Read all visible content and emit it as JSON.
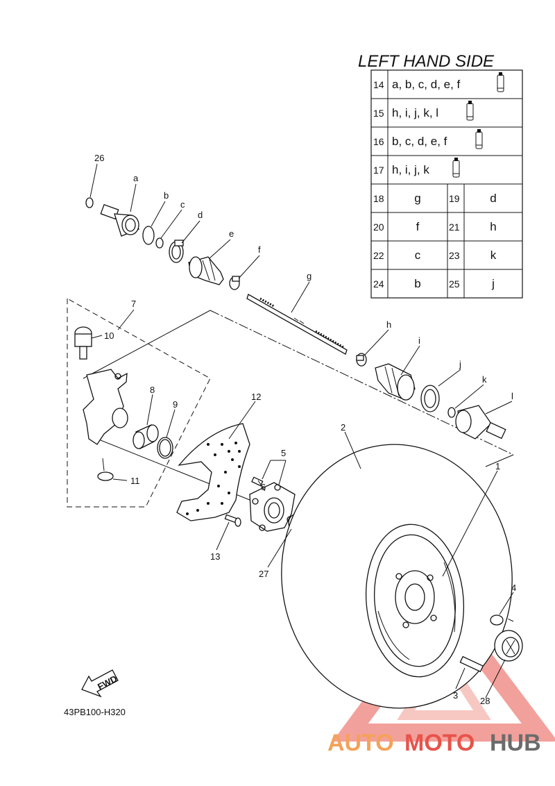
{
  "table": {
    "title": "LEFT HAND SIDE",
    "wide_rows": [
      {
        "num": "14",
        "text": "a, b, c, d, e, f"
      },
      {
        "num": "15",
        "text": "h, i, j, k, l"
      },
      {
        "num": "16",
        "text": "b, c, d, e, f"
      },
      {
        "num": "17",
        "text": "h, i, j, k"
      }
    ],
    "pair_rows": [
      {
        "n1": "18",
        "v1": "g",
        "n2": "19",
        "v2": "d"
      },
      {
        "n1": "20",
        "v1": "f",
        "n2": "21",
        "v2": "h"
      },
      {
        "n1": "22",
        "v1": "c",
        "n2": "23",
        "v2": "k"
      },
      {
        "n1": "24",
        "v1": "b",
        "n2": "25",
        "v2": "j"
      }
    ]
  },
  "callouts": {
    "p26": "26",
    "pa": "a",
    "pb": "b",
    "pc": "c",
    "pd": "d",
    "pe": "e",
    "pf": "f",
    "pg": "g",
    "ph": "h",
    "pi": "i",
    "pj": "j",
    "pk": "k",
    "pl": "l",
    "p7": "7",
    "p10": "10",
    "p8": "8",
    "p9": "9",
    "p12": "12",
    "p11": "11",
    "p5": "5",
    "p6": "6",
    "p13": "13",
    "p27": "27",
    "p2": "2",
    "p1": "1",
    "p4": "4",
    "p3": "3",
    "p28": "28"
  },
  "fwd_label": "FWD",
  "drawing_code": "43PB100-H320",
  "watermark": {
    "part1": "AUTO",
    "part2": "MOTO",
    "part3": "HUB",
    "color1": "#f4a259",
    "color2": "#e8534a",
    "color3": "#6b6b6b"
  }
}
